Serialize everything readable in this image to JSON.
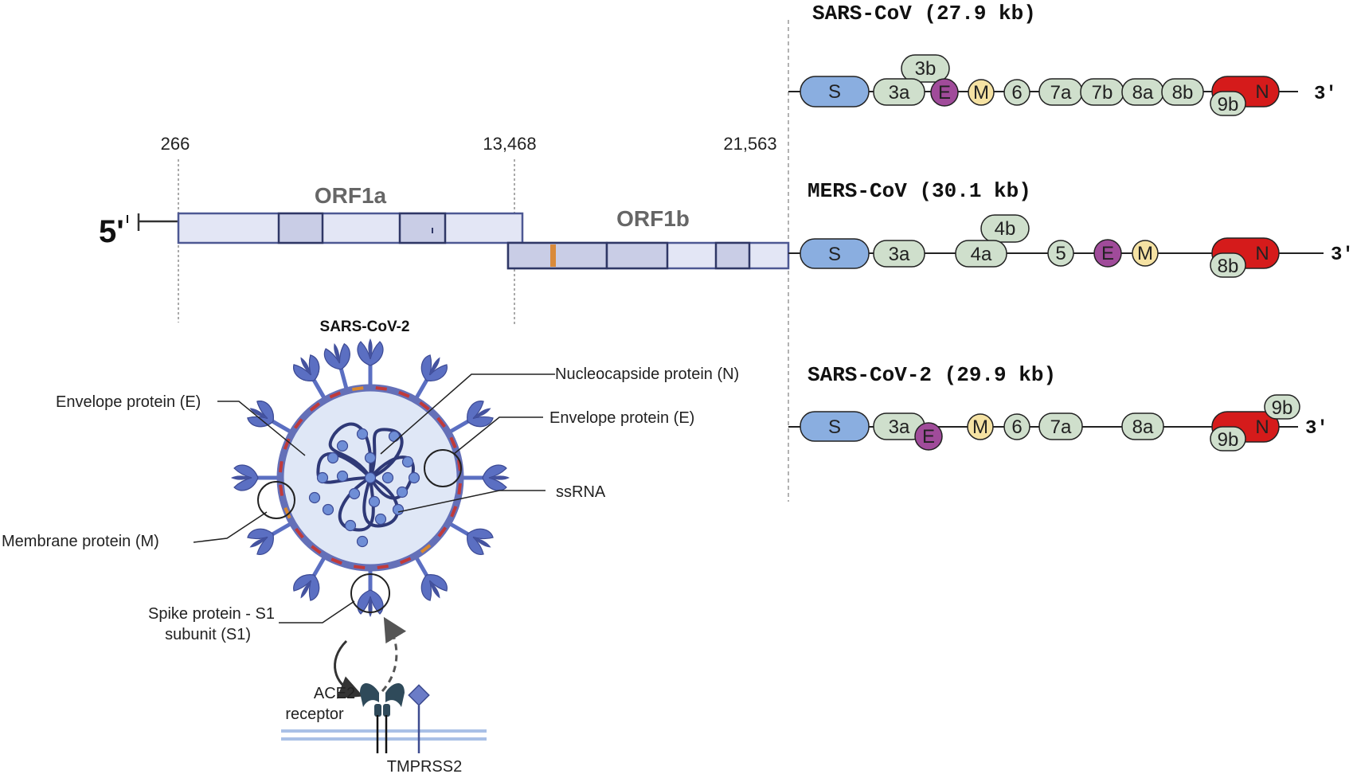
{
  "genome_map": {
    "five_prime": "5'",
    "positions": [
      "266",
      "13,468",
      "21,563"
    ],
    "orf1a": "ORF1a",
    "orf1b": "ORF1b",
    "caption": "SARS-CoV-2"
  },
  "genomes": [
    {
      "title": "SARS-CoV (27.9 kb)",
      "three_prime": "3'",
      "genes": [
        "S",
        "3a",
        "3b",
        "E",
        "M",
        "6",
        "7a",
        "7b",
        "8a",
        "8b",
        "N",
        "9b"
      ]
    },
    {
      "title": "MERS-CoV (30.1 kb)",
      "three_prime": "3'",
      "genes": [
        "S",
        "3a",
        "4a",
        "4b",
        "5",
        "E",
        "M",
        "N",
        "8b"
      ]
    },
    {
      "title": "SARS-CoV-2 (29.9 kb)",
      "three_prime": "3'",
      "genes": [
        "S",
        "3a",
        "E",
        "M",
        "6",
        "7a",
        "8a",
        "N",
        "9b",
        "9b"
      ]
    }
  ],
  "virion_labels": {
    "nucleocapsid": "Nucleocapside protein (N)",
    "envelope_left": "Envelope protein (E)",
    "envelope_right": "Envelope protein (E)",
    "ssrna": "ssRNA",
    "membrane": "Membrane protein (M)",
    "spike_line1": "Spike protein - S1",
    "spike_line2": "subunit (S1)",
    "ace2_line1": "ACE2",
    "ace2_line2": "receptor",
    "tmprss2": "TMPRSS2"
  },
  "colors": {
    "S": "#8aaee0",
    "accessory": "#cfdfcc",
    "E": "#a04b9a",
    "M": "#f5e2a3",
    "N": "#d51b1b",
    "orf_fill": "#e3e6f5",
    "orf_dark": "#c9cde6",
    "orf_stroke": "#4d5893",
    "virion_blue": "#5b6fc2"
  }
}
